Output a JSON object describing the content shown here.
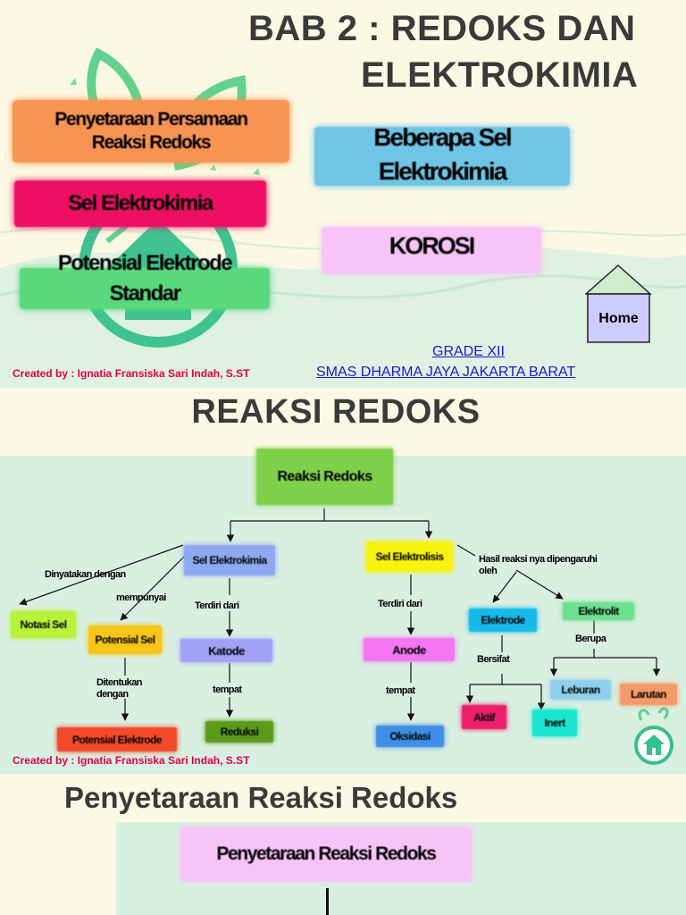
{
  "slide1": {
    "title_line1": "BAB 2 : REDOKS DAN",
    "title_line2": "ELEKTROKIMIA",
    "menu": {
      "penyetaraan_line1": "Penyetaraan Persamaan",
      "penyetaraan_line2": "Reaksi Redoks",
      "sel": "Sel Elektrokimia",
      "potensial_line1": "Potensial Elektrode",
      "potensial_line2": "Standar",
      "beberapa_line1": "Beberapa Sel",
      "beberapa_line2": "Elektrokimia",
      "korosi": "KOROSI"
    },
    "home_label": "Home",
    "grade": "GRADE XII",
    "school": "SMAS DHARMA JAYA JAKARTA BARAT",
    "credit": "Created by : Ignatia Fransiska Sari Indah, S.ST"
  },
  "slide2": {
    "title": "REAKSI REDOKS",
    "nodes": {
      "reaksi_redoks": "Reaksi Redoks",
      "sel_elektrokimia": "Sel Elektrokimia",
      "sel_elektrolisis": "Sel Elektrolisis",
      "notasi_sel": "Notasi Sel",
      "potensial_sel": "Potensial Sel",
      "potensial_elektrode": "Potensial Elektrode",
      "katode": "Katode",
      "reduksi": "Reduksi",
      "anode": "Anode",
      "oksidasi": "Oksidasi",
      "elektrode": "Elektrode",
      "elektrolit": "Elektrolit",
      "aktif": "Aktif",
      "inert": "Inert",
      "leburan": "Leburan",
      "larutan": "Larutan"
    },
    "labels": {
      "dinyatakan": "Dinyatakan dengan",
      "mempunyai": "mempunyai",
      "terdiri1": "Terdiri dari",
      "terdiri2": "Terdiri dari",
      "ditentukan_line1": "Ditentukan",
      "ditentukan_line2": "dengan",
      "tempat1": "tempat",
      "tempat2": "tempat",
      "hasil_line1": "Hasil reaksi nya dipengaruhi",
      "hasil_line2": "oleh",
      "bersifat": "Bersifat",
      "berupa": "Berupa"
    },
    "credit": "Created by : Ignatia Fransiska Sari Indah, S.ST"
  },
  "slide3": {
    "title": "Penyetaraan Reaksi Redoks",
    "box": "Penyetaraan Reaksi Redoks"
  },
  "colors": {
    "cream": "#fbf8e3",
    "mint": "#d9efe0",
    "orange": "#f79452",
    "pink": "#ee0f63",
    "green": "#5ad87e",
    "skyblue": "#6fc5e6",
    "lilac": "#f7c4f7",
    "link_blue": "#1a1ad4",
    "credit_red": "#e0004a"
  }
}
